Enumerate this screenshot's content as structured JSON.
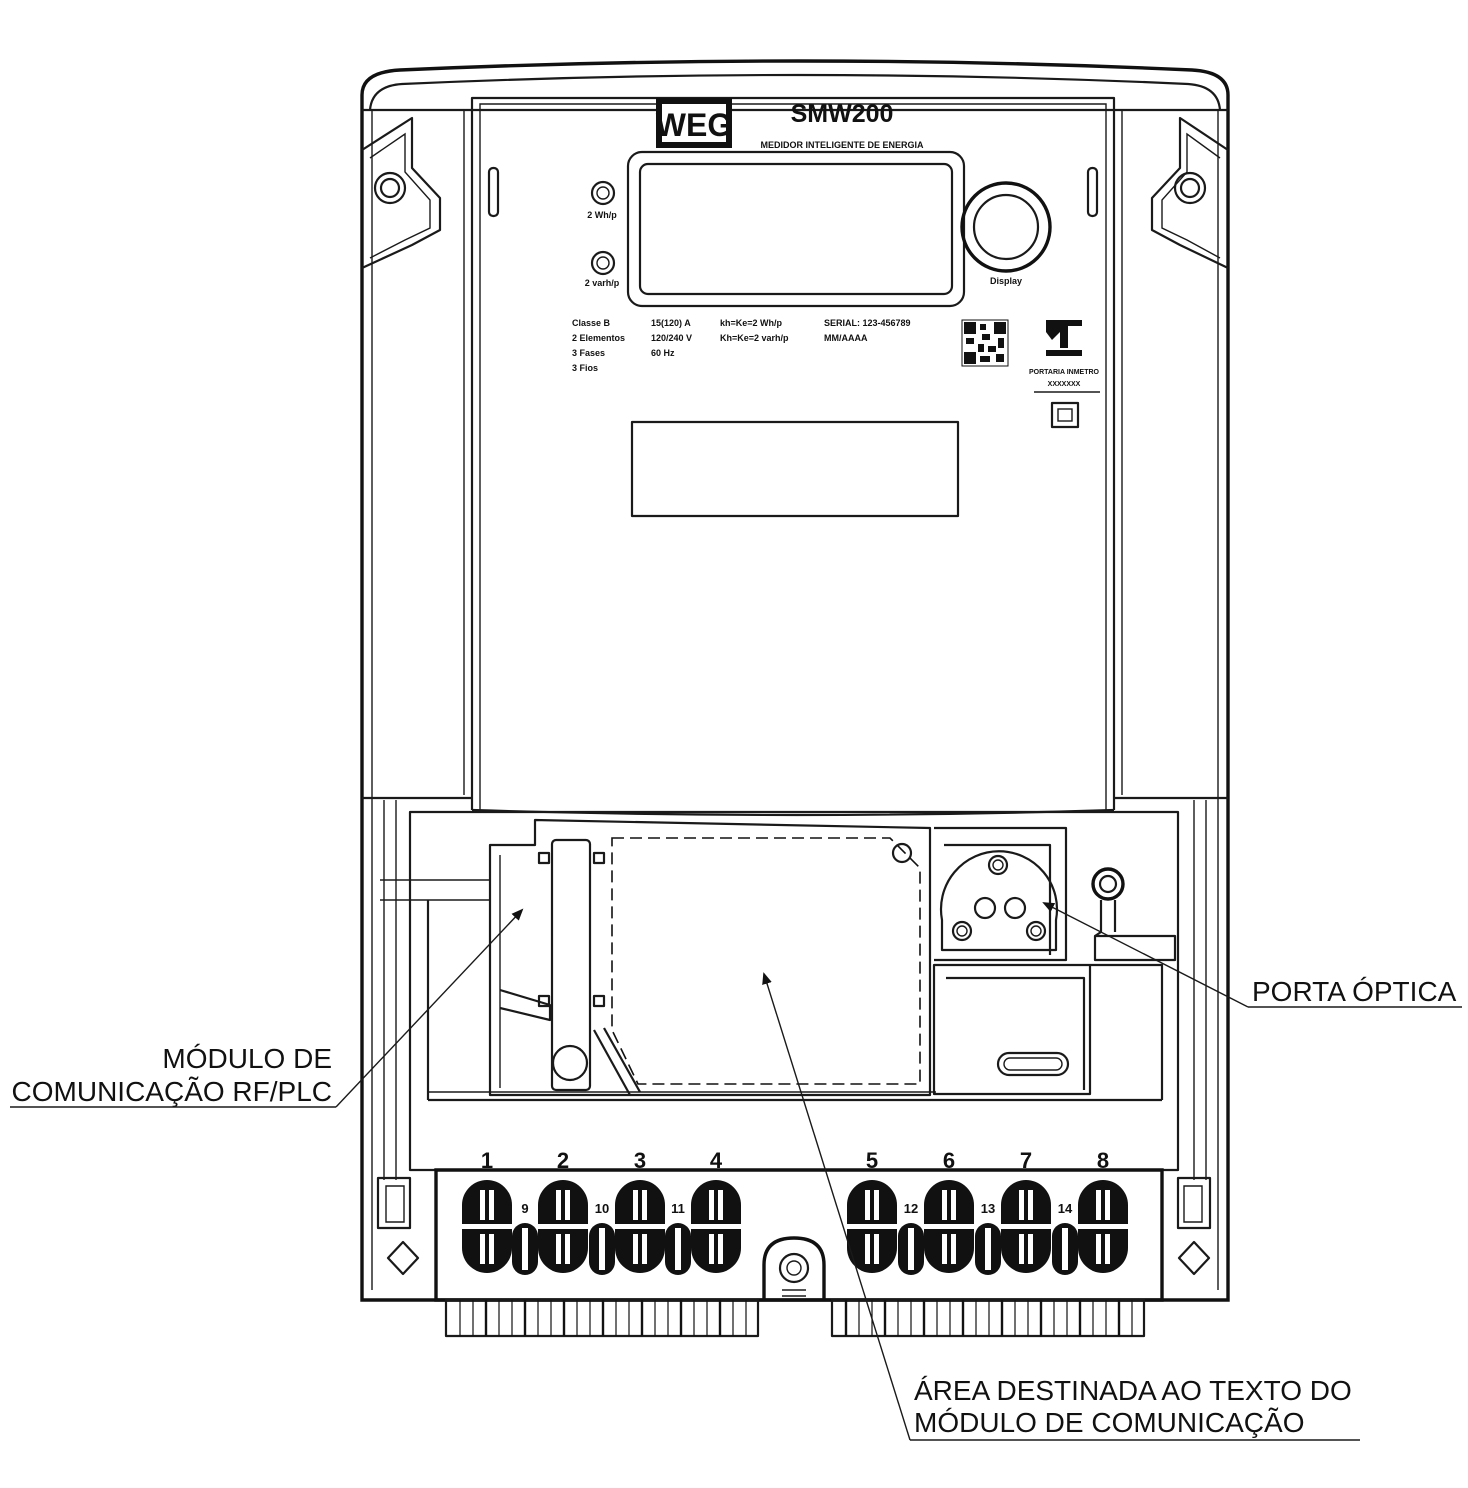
{
  "meter": {
    "brand": "WEG",
    "model": "SMW200",
    "subtitle": "MEDIDOR INTELIGENTE DE ENERGIA",
    "led_kwh": "2 Wh/p",
    "led_kvarh": "2 varh/p",
    "button_label": "Display",
    "specs_col1": [
      "Classe B",
      "2 Elementos",
      "3 Fases",
      "3 Fios"
    ],
    "specs_col2": [
      "15(120) A",
      "120/240 V",
      "60 Hz"
    ],
    "specs_col3": [
      "kh=Ke=2 Wh/p",
      "Kh=Ke=2 varh/p"
    ],
    "specs_col4": [
      "SERIAL: 123-456789",
      "MM/AAAA"
    ],
    "inmetro_lines": [
      "PORTARIA INMETRO",
      "XXXXXXX"
    ]
  },
  "callouts": {
    "module": [
      "MÓDULO DE",
      "COMUNICAÇÃO RF/PLC"
    ],
    "optical_port": "PORTA ÓPTICA",
    "text_area": [
      "ÁREA DESTINADA AO TEXTO DO",
      "MÓDULO DE COMUNICAÇÃO"
    ]
  },
  "terminals": {
    "top": [
      "1",
      "2",
      "3",
      "4",
      "5",
      "6",
      "7",
      "8"
    ],
    "bottom": [
      "9",
      "10",
      "11",
      "12",
      "13",
      "14"
    ]
  },
  "colors": {
    "line": "#1a1a1a",
    "background": "#ffffff"
  }
}
